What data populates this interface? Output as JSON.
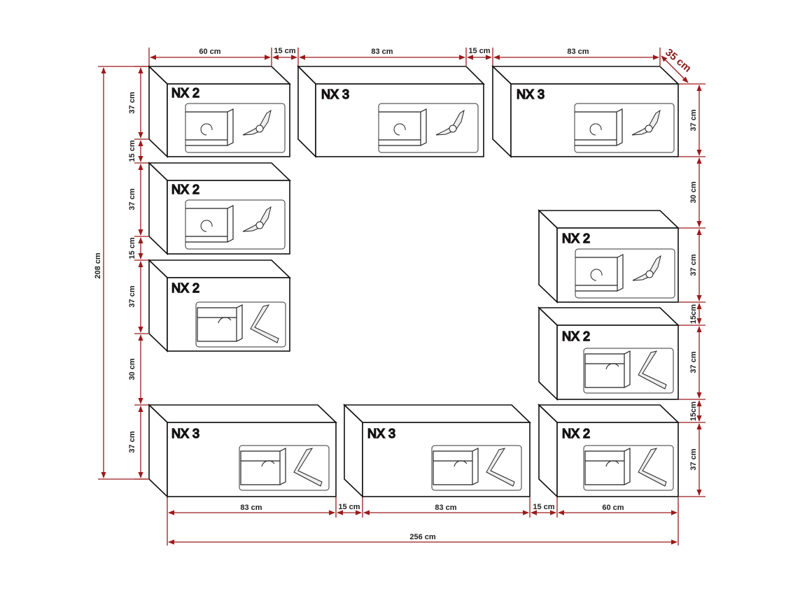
{
  "colors": {
    "dimension_line": "#9b1b1b",
    "outline": "#111111",
    "label": "#8b1a1a"
  },
  "cabinets": [
    {
      "id": "top-left-1",
      "label": "NX 2",
      "icon": "lift-hinge-icon"
    },
    {
      "id": "top-mid",
      "label": "NX 3",
      "icon": "lift-hinge-icon"
    },
    {
      "id": "top-right",
      "label": "NX 3",
      "icon": "lift-hinge-icon"
    },
    {
      "id": "left-2",
      "label": "NX 2",
      "icon": "lift-hinge-icon"
    },
    {
      "id": "left-3",
      "label": "NX 2",
      "icon": "flap-hinge-icon"
    },
    {
      "id": "right-1",
      "label": "NX 2",
      "icon": "lift-hinge-icon"
    },
    {
      "id": "right-2",
      "label": "NX 2",
      "icon": "flap-hinge-icon"
    },
    {
      "id": "bottom-left",
      "label": "NX 3",
      "icon": "flap-hinge-icon"
    },
    {
      "id": "bottom-mid",
      "label": "NX 3",
      "icon": "flap-hinge-icon"
    },
    {
      "id": "bottom-right",
      "label": "NX 2",
      "icon": "flap-hinge-icon"
    }
  ],
  "dimensions": {
    "top": [
      "60 cm",
      "15 cm",
      "83 cm",
      "15 cm",
      "83 cm"
    ],
    "depth": "35 cm",
    "left": [
      "37 cm",
      "15 cm",
      "37 cm",
      "15 cm",
      "37 cm",
      "30 cm",
      "37 cm"
    ],
    "left_total": "208 cm",
    "right": [
      "37 cm",
      "30 cm",
      "37 cm",
      "15cm",
      "37 cm",
      "15cm",
      "37 cm"
    ],
    "bottom": [
      "83 cm",
      "15 cm",
      "83 cm",
      "15 cm",
      "60 cm"
    ],
    "bottom_total": "256 cm"
  }
}
